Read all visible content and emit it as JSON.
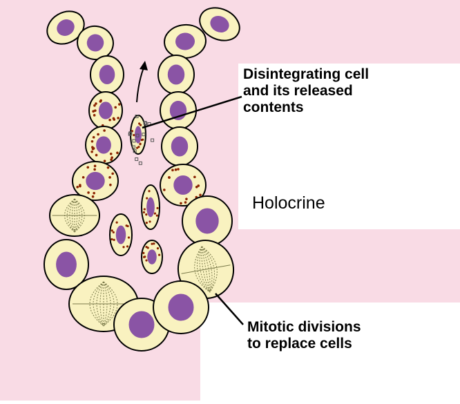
{
  "labels": {
    "disintegrating": [
      "Disintegrating cell",
      "and its released",
      "contents"
    ],
    "type": "Holocrine",
    "mitotic": [
      "Mitotic divisions",
      "to replace cells"
    ]
  },
  "colors": {
    "background_pink": "#f9dbe5",
    "cell_fill": "#f9f2c0",
    "nucleus": "#8a54a5",
    "granule": "#8b2200",
    "outline": "#000000"
  }
}
